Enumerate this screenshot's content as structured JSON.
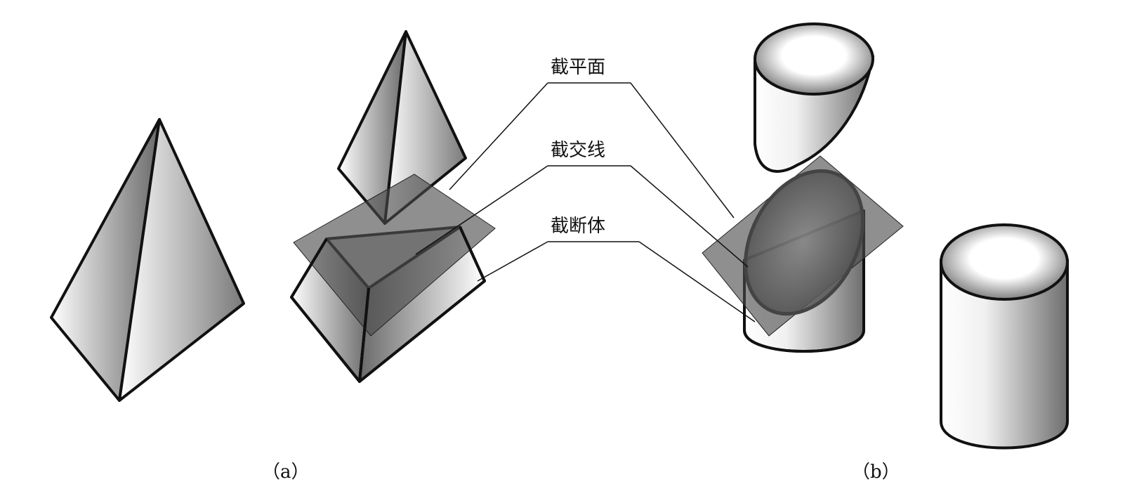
{
  "labels": {
    "section_plane": "截平面",
    "section_line": "截交线",
    "truncated_body": "截断体"
  },
  "captions": {
    "a": "（a）",
    "b": "（b）"
  },
  "colors": {
    "stroke": "#111111",
    "plane_fill": "#4a4a4a",
    "shade_dark": "#6e6e6e",
    "shade_light": "#ffffff"
  }
}
